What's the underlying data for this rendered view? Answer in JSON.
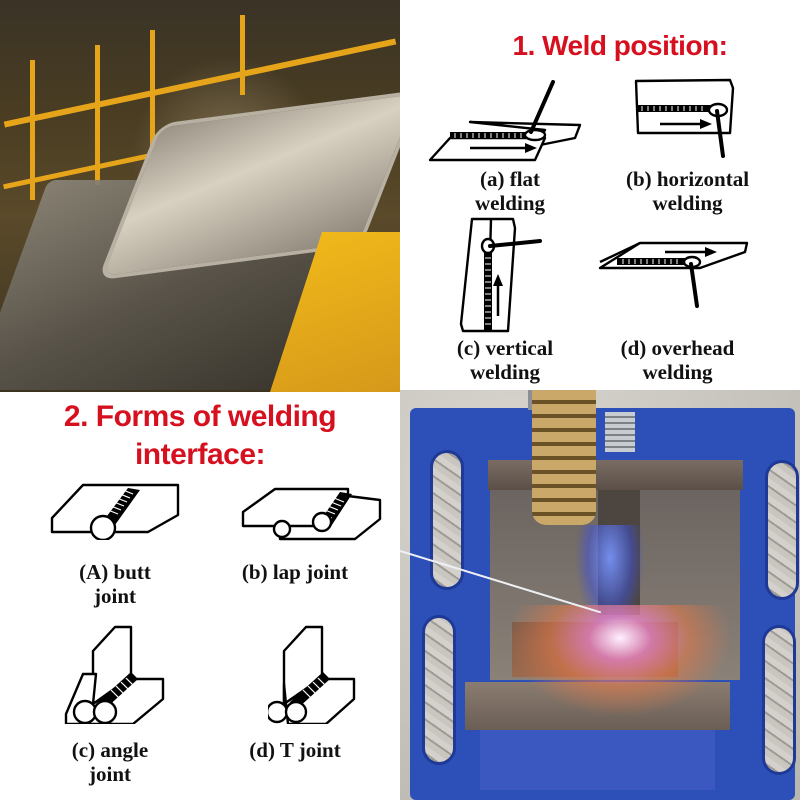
{
  "panels": {
    "factory_photo": {
      "description": "Car body shell on automotive welding assembly line with robots and yellow safety railings"
    },
    "weld_position": {
      "title": "1. Weld position:",
      "items": [
        {
          "id": "a",
          "line1": "(a) flat",
          "line2": "welding",
          "icon": "flat-welding-icon"
        },
        {
          "id": "b",
          "line1": "(b) horizontal",
          "line2": "welding",
          "icon": "horizontal-welding-icon"
        },
        {
          "id": "c",
          "line1": "(c) vertical",
          "line2": "welding",
          "icon": "vertical-welding-icon"
        },
        {
          "id": "d",
          "line1": "(d) overhead",
          "line2": "welding",
          "icon": "overhead-welding-icon"
        }
      ]
    },
    "welding_interface": {
      "title_line1": "2. Forms of welding",
      "title_line2": "interface:",
      "items": [
        {
          "id": "A",
          "line1": "(A) butt",
          "line2": "joint",
          "icon": "butt-joint-icon"
        },
        {
          "id": "b",
          "line1": "(b) lap joint",
          "line2": "",
          "icon": "lap-joint-icon"
        },
        {
          "id": "c",
          "line1": "(c) angle",
          "line2": "joint",
          "icon": "angle-joint-icon"
        },
        {
          "id": "d",
          "line1": "(d) T joint",
          "line2": "",
          "icon": "t-joint-icon"
        }
      ]
    },
    "torch_photo": {
      "description": "Gas torch welding a metal piece clamped in a blue vise with filler rod"
    }
  },
  "colors": {
    "heading_red": "#d7101f",
    "text_black": "#111111",
    "vise_blue": "#2d4fb8",
    "rail_yellow": "#e6a41a"
  }
}
